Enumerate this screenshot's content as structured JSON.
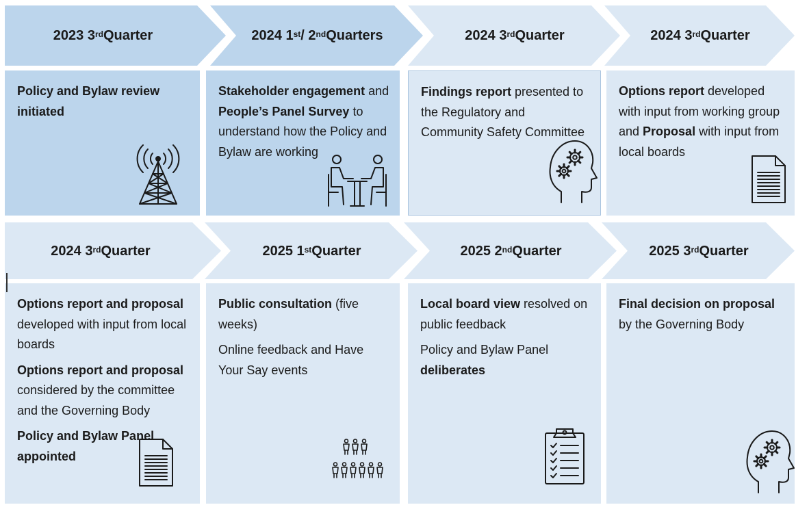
{
  "colors": {
    "dark_fill": "#bcd5ec",
    "light_fill": "#dce8f4",
    "card_border": "#a9c4df",
    "icon_stroke": "#1a1a1a"
  },
  "stages": [
    {
      "header": {
        "pre": "2023 3",
        "sup": "rd",
        "post": " Quarter"
      },
      "lines": [
        [
          {
            "t": "Policy and Bylaw review initiated",
            "b": true
          }
        ]
      ],
      "icon": "radio-tower-icon"
    },
    {
      "header": {
        "pre": "2024 1",
        "sup": "st",
        "mid": " / 2",
        "sup2": "nd",
        "post": " Quarters"
      },
      "lines": [
        [
          {
            "t": "Stakeholder engagement",
            "b": true
          },
          {
            "t": " and "
          },
          {
            "t": "People’s Panel Survey",
            "b": true
          },
          {
            "t": " to understand how the Policy and Bylaw are working"
          }
        ]
      ],
      "icon": "meeting-people-icon"
    },
    {
      "header": {
        "pre": "2024 3",
        "sup": "rd",
        "post": " Quarter"
      },
      "lines": [
        [
          {
            "t": "Findings report",
            "b": true
          },
          {
            "t": " presented to the Regulatory and Community Safety Committee"
          }
        ]
      ],
      "icon": "head-gears-icon"
    },
    {
      "header": {
        "pre": "2024 3",
        "sup": "rd",
        "post": " Quarter"
      },
      "lines": [
        [
          {
            "t": "Options report",
            "b": true
          },
          {
            "t": " developed with input from working group and "
          },
          {
            "t": "Proposal",
            "b": true
          },
          {
            "t": " with input from local boards"
          }
        ]
      ],
      "icon": "document-icon"
    },
    {
      "header": {
        "pre": "2024 3",
        "sup": "rd",
        "post": " Quarter"
      },
      "lines": [
        [
          {
            "t": "Options report and proposal",
            "b": true
          },
          {
            "t": " developed with input from local boards"
          }
        ],
        [
          {
            "t": "Options report and proposal",
            "b": true
          },
          {
            "t": " considered by the committee and the Governing Body"
          }
        ],
        [
          {
            "t": "Policy and Bylaw Panel appointed",
            "b": true
          }
        ]
      ],
      "icon": "document-icon"
    },
    {
      "header": {
        "pre": "2025 1",
        "sup": "st",
        "post": " Quarter"
      },
      "lines": [
        [
          {
            "t": "Public consultation",
            "b": true
          },
          {
            "t": " (five weeks)"
          }
        ],
        [
          {
            "t": "Online feedback and Have Your Say events"
          }
        ]
      ],
      "icon": "crowd-icon"
    },
    {
      "header": {
        "pre": "2025 2",
        "sup": "nd",
        "post": " Quarter"
      },
      "lines": [
        [
          {
            "t": "Local board view",
            "b": true
          },
          {
            "t": " resolved on public feedback"
          }
        ],
        [
          {
            "t": "Policy and Bylaw Panel "
          },
          {
            "t": "deliberates",
            "b": true
          }
        ]
      ],
      "icon": "clipboard-checklist-icon"
    },
    {
      "header": {
        "pre": "2025 3",
        "sup": "rd",
        "post": " Quarter"
      },
      "lines": [
        [
          {
            "t": "Final decision on proposal",
            "b": true
          },
          {
            "t": " by the Governing Body"
          }
        ]
      ],
      "icon": "head-gears-icon"
    }
  ]
}
